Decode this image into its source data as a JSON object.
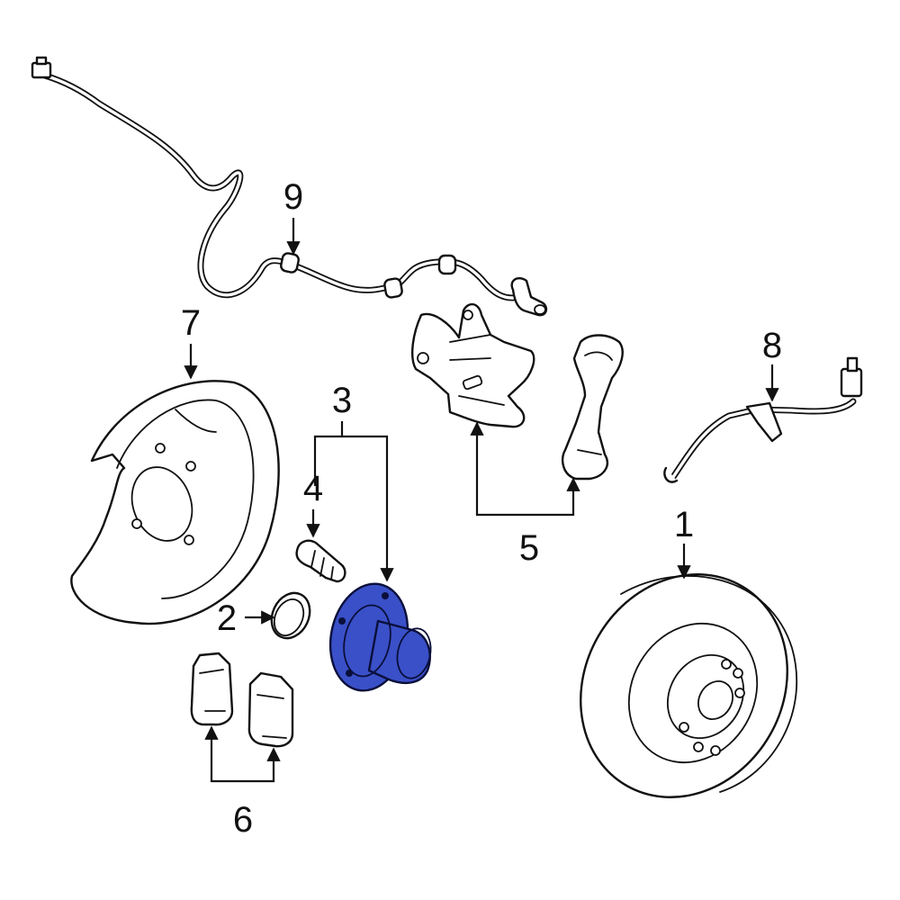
{
  "callouts": [
    {
      "id": "1",
      "label": "1",
      "part": "brake-rotor"
    },
    {
      "id": "2",
      "label": "2",
      "part": "dust-cap"
    },
    {
      "id": "3",
      "label": "3",
      "part": "wheel-hub"
    },
    {
      "id": "4",
      "label": "4",
      "part": "wheel-stud"
    },
    {
      "id": "5",
      "label": "5",
      "part": "caliper-and-bracket"
    },
    {
      "id": "6",
      "label": "6",
      "part": "brake-pads"
    },
    {
      "id": "7",
      "label": "7",
      "part": "backing-plate"
    },
    {
      "id": "8",
      "label": "8",
      "part": "brake-hose"
    },
    {
      "id": "9",
      "label": "9",
      "part": "abs-sensor-wire"
    }
  ],
  "colors": {
    "highlight": "#3a50c8",
    "line": "#111111",
    "background": "#ffffff"
  }
}
